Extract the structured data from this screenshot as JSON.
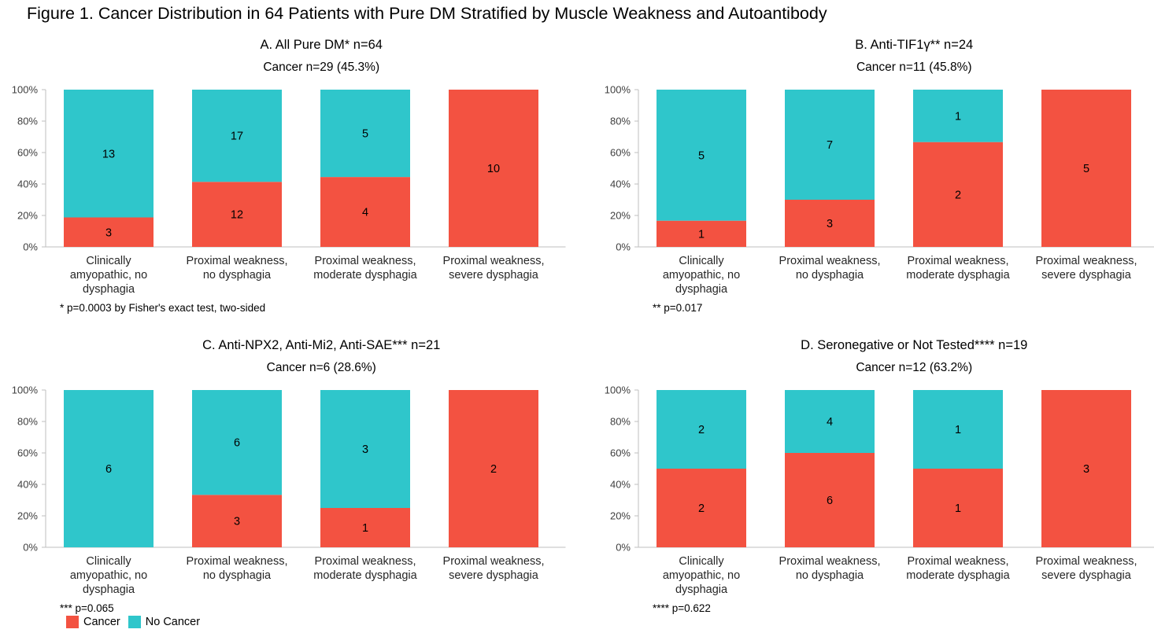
{
  "figure_title": "Figure 1. Cancer Distribution in 64 Patients with Pure DM Stratified by Muscle Weakness and Autoantibody",
  "colors": {
    "cancer": "#F35241",
    "no_cancer": "#2FC6CB",
    "axis": "#bfbfbf"
  },
  "legend": {
    "cancer_label": "Cancer",
    "no_cancer_label": "No Cancer"
  },
  "chart_data": [
    {
      "type": "bar",
      "stacked": true,
      "normalized": true,
      "title": "A. All Pure DM* n=64",
      "subtitle": "Cancer n=29 (45.3%)",
      "footnote": "* p=0.0003 by Fisher's exact test, two-sided",
      "categories": [
        [
          "Clinically",
          "amyopathic, no",
          "dysphagia"
        ],
        [
          "Proximal weakness,",
          "no dysphagia"
        ],
        [
          "Proximal weakness,",
          "moderate dysphagia"
        ],
        [
          "Proximal weakness,",
          "severe dysphagia"
        ]
      ],
      "yticks": [
        "0%",
        "20%",
        "40%",
        "60%",
        "80%",
        "100%"
      ],
      "ylim": [
        0,
        100
      ],
      "series": [
        {
          "name": "Cancer",
          "values": [
            3,
            12,
            4,
            10
          ]
        },
        {
          "name": "No Cancer",
          "values": [
            13,
            17,
            5,
            0
          ]
        }
      ]
    },
    {
      "type": "bar",
      "stacked": true,
      "normalized": true,
      "title": "B. Anti-TIF1γ** n=24",
      "subtitle": "Cancer n=11 (45.8%)",
      "footnote": "** p=0.017",
      "categories": [
        [
          "Clinically",
          "amyopathic, no",
          "dysphagia"
        ],
        [
          "Proximal weakness,",
          "no dysphagia"
        ],
        [
          "Proximal weakness,",
          "moderate dysphagia"
        ],
        [
          "Proximal weakness,",
          "severe dysphagia"
        ]
      ],
      "yticks": [
        "0%",
        "20%",
        "40%",
        "60%",
        "80%",
        "100%"
      ],
      "ylim": [
        0,
        100
      ],
      "series": [
        {
          "name": "Cancer",
          "values": [
            1,
            3,
            2,
            5
          ]
        },
        {
          "name": "No Cancer",
          "values": [
            5,
            7,
            1,
            0
          ]
        }
      ]
    },
    {
      "type": "bar",
      "stacked": true,
      "normalized": true,
      "title": "C. Anti-NPX2, Anti-Mi2, Anti-SAE*** n=21",
      "subtitle": "Cancer n=6 (28.6%)",
      "footnote": "*** p=0.065",
      "categories": [
        [
          "Clinically",
          "amyopathic, no",
          "dysphagia"
        ],
        [
          "Proximal weakness,",
          "no dysphagia"
        ],
        [
          "Proximal weakness,",
          "moderate dysphagia"
        ],
        [
          "Proximal weakness,",
          "severe dysphagia"
        ]
      ],
      "yticks": [
        "0%",
        "20%",
        "40%",
        "60%",
        "80%",
        "100%"
      ],
      "ylim": [
        0,
        100
      ],
      "series": [
        {
          "name": "Cancer",
          "values": [
            0,
            3,
            1,
            2
          ]
        },
        {
          "name": "No Cancer",
          "values": [
            6,
            6,
            3,
            0
          ]
        }
      ]
    },
    {
      "type": "bar",
      "stacked": true,
      "normalized": true,
      "title": "D. Seronegative or Not Tested**** n=19",
      "subtitle": "Cancer n=12 (63.2%)",
      "footnote": "**** p=0.622",
      "categories": [
        [
          "Clinically",
          "amyopathic, no",
          "dysphagia"
        ],
        [
          "Proximal weakness,",
          "no dysphagia"
        ],
        [
          "Proximal weakness,",
          "moderate dysphagia"
        ],
        [
          "Proximal weakness,",
          "severe dysphagia"
        ]
      ],
      "yticks": [
        "0%",
        "20%",
        "40%",
        "60%",
        "80%",
        "100%"
      ],
      "ylim": [
        0,
        100
      ],
      "series": [
        {
          "name": "Cancer",
          "values": [
            2,
            6,
            1,
            3
          ]
        },
        {
          "name": "No Cancer",
          "values": [
            2,
            4,
            1,
            0
          ]
        }
      ]
    }
  ]
}
